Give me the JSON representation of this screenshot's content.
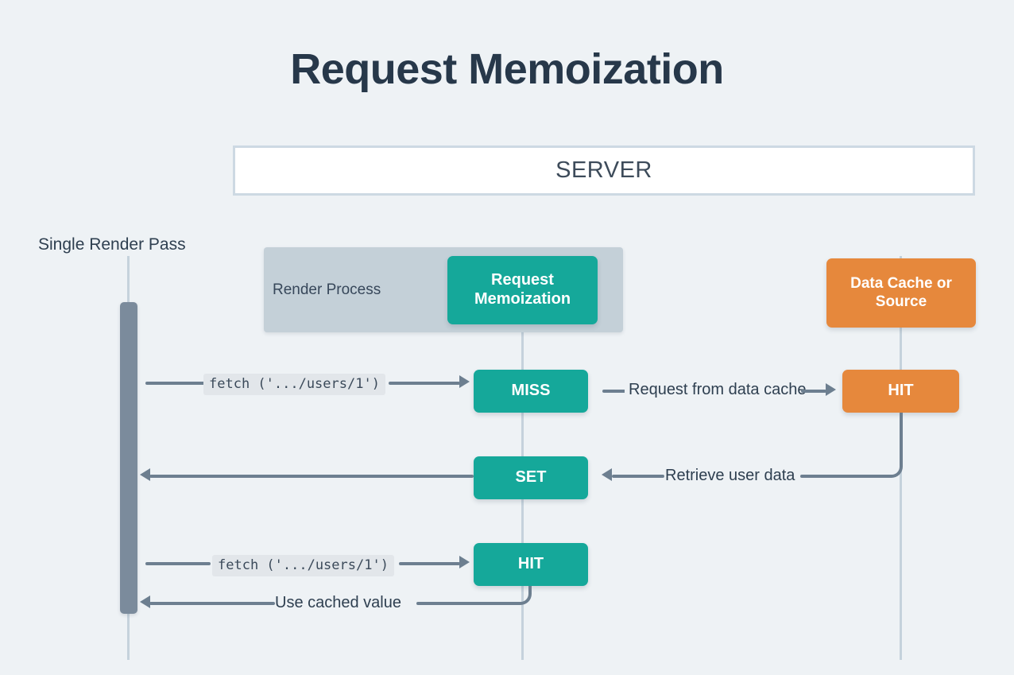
{
  "title": "Request Memoization",
  "server": {
    "label": "SERVER"
  },
  "lifelines": {
    "render_pass_label": "Single Render Pass"
  },
  "render_process": {
    "label": "Render Process",
    "memoization_node": "Request Memoization"
  },
  "data_source": {
    "label": "Data Cache or Source"
  },
  "nodes": {
    "miss": "MISS",
    "hit_remote": "HIT",
    "set": "SET",
    "hit_local": "HIT"
  },
  "messages": {
    "fetch_first": "fetch ('.../users/1')",
    "request_from_data_cache": "Request from data cache",
    "retrieve_user_data": "Retrieve user data",
    "fetch_second": "fetch ('.../users/1')",
    "use_cached_value": "Use cached value"
  },
  "colors": {
    "background": "#eef2f5",
    "title": "#27384a",
    "teal": "#15a89a",
    "orange": "#e6883c",
    "group_gray": "#c4d0d8",
    "bar_gray": "#7b8b9c",
    "connector": "#6d7f90",
    "lifeline": "#c5d2dc",
    "server_border": "#cdd9e3"
  }
}
